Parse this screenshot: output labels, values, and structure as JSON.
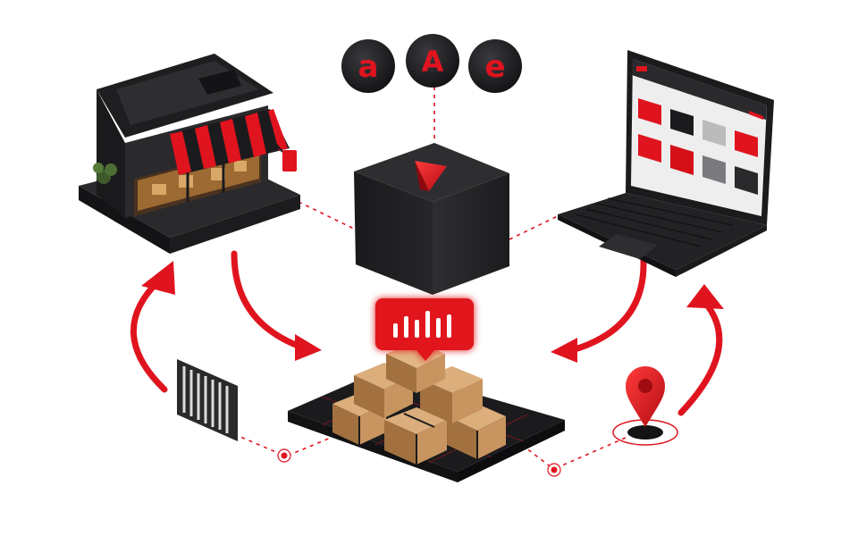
{
  "colors": {
    "accent": "#e0141e",
    "accent_dark": "#9e0c12",
    "body_dark": "#1b1b1d",
    "body_mid": "#2a2a2d",
    "body_light": "#3a3a3e",
    "cardboard": "#c89460",
    "cardboard_dark": "#a2713f",
    "cardboard_light": "#dcae7c",
    "screen_bg": "#eeeeee",
    "background": "#ffffff"
  },
  "illustration": {
    "currency_coins": [
      {
        "icon": "currency-a-icon",
        "glyph": "a"
      },
      {
        "icon": "currency-a-icon",
        "glyph": "A"
      },
      {
        "icon": "currency-e-icon",
        "glyph": "e"
      }
    ],
    "nodes": [
      {
        "name": "storefront",
        "icon": "store-icon"
      },
      {
        "name": "central-hub-cube",
        "icon": "logo-icon"
      },
      {
        "name": "laptop",
        "icon": "laptop-icon"
      },
      {
        "name": "warehouse-packages",
        "icon": "package-icon"
      },
      {
        "name": "barcode",
        "icon": "barcode-icon"
      },
      {
        "name": "location",
        "icon": "map-pin-icon"
      },
      {
        "name": "signal-badge",
        "icon": "signal-bars-icon"
      }
    ]
  }
}
